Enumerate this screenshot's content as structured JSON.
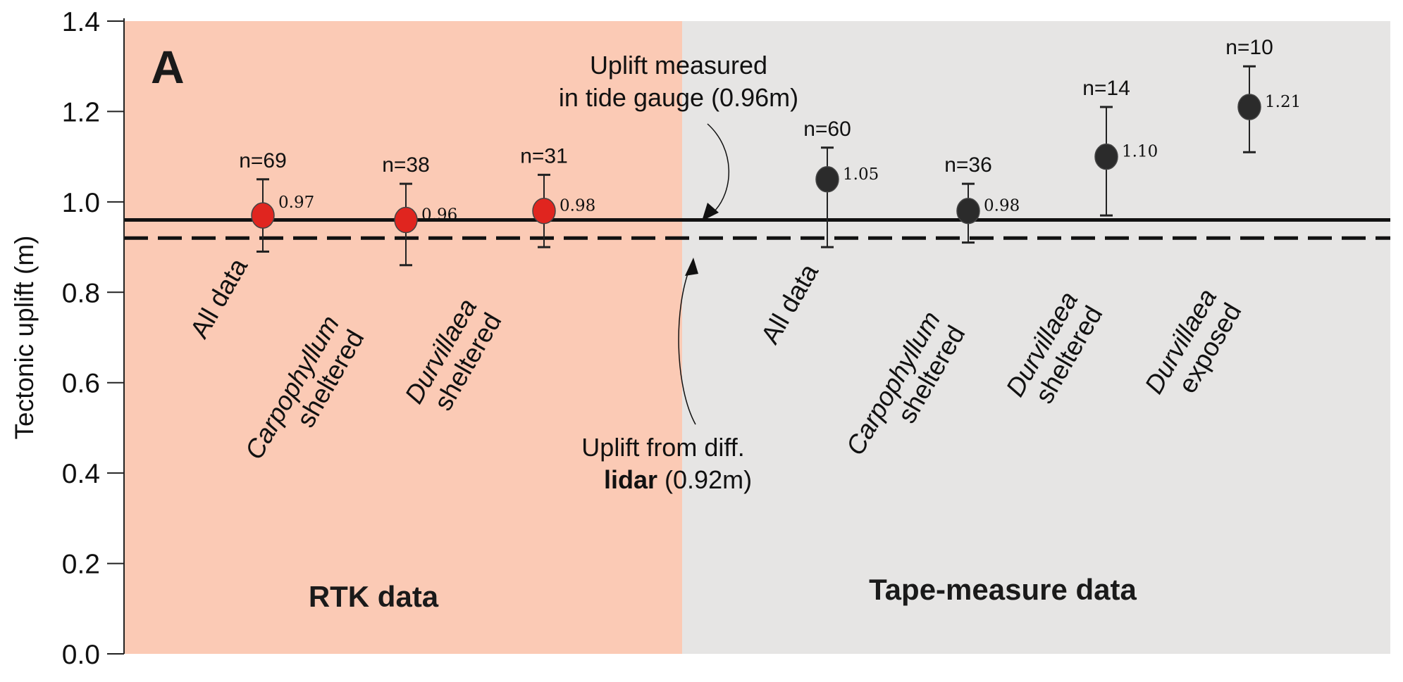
{
  "chart_data": {
    "type": "scatter",
    "panel_label": "A",
    "ylabel": "Tectonic uplift (m)",
    "ylim": [
      0,
      1.4
    ],
    "yticks": [
      "0.0",
      "0.2",
      "0.4",
      "0.6",
      "0.8",
      "1.0",
      "1.2",
      "1.4"
    ],
    "grid": false,
    "regions": [
      {
        "name": "RTK data",
        "color": "#fbcab5"
      },
      {
        "name": "Tape-measure data",
        "color": "#e6e5e4"
      }
    ],
    "reference_lines": [
      {
        "value": 0.96,
        "style": "solid",
        "label_lines": [
          "Uplift measured",
          "in tide gauge (0.96m)"
        ]
      },
      {
        "value": 0.92,
        "style": "dashed",
        "label_line1": "Uplift from diff.",
        "label_bold": "lidar",
        "label_rest": "(0.92m)"
      }
    ],
    "series": [
      {
        "name": "RTK data",
        "color": "#e0251f",
        "points": [
          {
            "label_lines": [
              "All data"
            ],
            "italic_first": false,
            "value": 0.97,
            "value_label": "0.97",
            "err_low": 0.89,
            "err_high": 1.05,
            "n_label": "n=69"
          },
          {
            "label_lines": [
              "Carpophyllum",
              "sheltered"
            ],
            "italic_first": true,
            "value": 0.96,
            "value_label": "0.96",
            "err_low": 0.86,
            "err_high": 1.04,
            "n_label": "n=38"
          },
          {
            "label_lines": [
              "Durvillaea",
              "sheltered"
            ],
            "italic_first": true,
            "value": 0.98,
            "value_label": "0.98",
            "err_low": 0.9,
            "err_high": 1.06,
            "n_label": "n=31"
          }
        ]
      },
      {
        "name": "Tape-measure data",
        "color": "#2b2b2b",
        "points": [
          {
            "label_lines": [
              "All data"
            ],
            "italic_first": false,
            "value": 1.05,
            "value_label": "1.05",
            "err_low": 0.9,
            "err_high": 1.12,
            "n_label": "n=60"
          },
          {
            "label_lines": [
              "Carpophyllum",
              "sheltered"
            ],
            "italic_first": true,
            "value": 0.98,
            "value_label": "0.98",
            "err_low": 0.91,
            "err_high": 1.04,
            "n_label": "n=36"
          },
          {
            "label_lines": [
              "Durvillaea",
              "sheltered"
            ],
            "italic_first": true,
            "value": 1.1,
            "value_label": "1.10",
            "err_low": 0.97,
            "err_high": 1.21,
            "n_label": "n=14"
          },
          {
            "label_lines": [
              "Durvillaea",
              "exposed"
            ],
            "italic_first": true,
            "value": 1.21,
            "value_label": "1.21",
            "err_low": 1.11,
            "err_high": 1.3,
            "n_label": "n=10"
          }
        ]
      }
    ]
  }
}
